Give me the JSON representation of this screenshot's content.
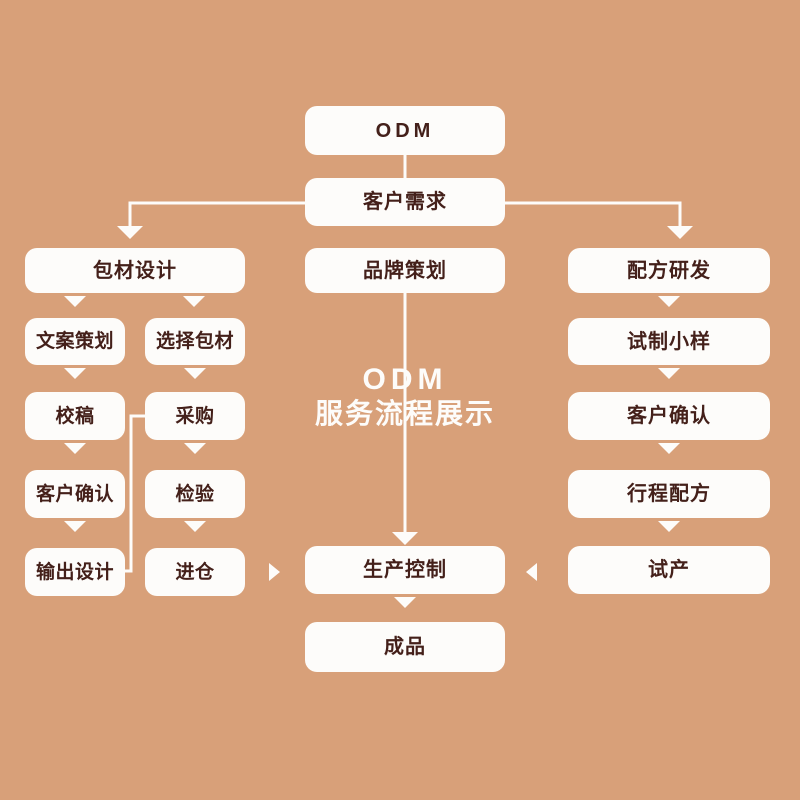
{
  "theme": {
    "background": "#d8a079",
    "node_fill": "#fdfcfa",
    "node_text": "#44201a",
    "connector": "#fdfcfa",
    "watermark_text": "#fdfcfa"
  },
  "diagram": {
    "title": "ODM",
    "watermark": {
      "line1": "ODM",
      "line2": "服务流程展示"
    },
    "top": {
      "odm": "ODM",
      "customer_requirement": "客户需求"
    },
    "columns": {
      "left": {
        "header": "包材设计",
        "sub_left": [
          "文案策划",
          "校稿",
          "客户确认",
          "输出设计"
        ],
        "sub_right": [
          "选择包材",
          "采购",
          "检验",
          "进仓"
        ]
      },
      "center": {
        "header": "品牌策划",
        "production_control": "生产控制",
        "finished_product": "成品"
      },
      "right": {
        "header": "配方研发",
        "steps": [
          "试制小样",
          "客户确认",
          "行程配方",
          "试产"
        ]
      }
    }
  }
}
